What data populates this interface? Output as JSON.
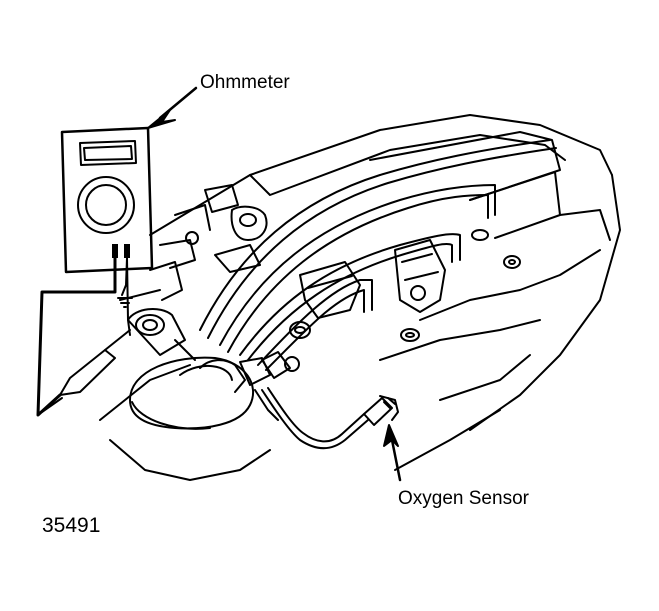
{
  "labels": {
    "ohmmeter": "Ohmmeter",
    "oxygen_sensor": "Oxygen Sensor",
    "figure_number": "35491"
  },
  "colors": {
    "ink": "#000000",
    "paper": "#ffffff"
  }
}
